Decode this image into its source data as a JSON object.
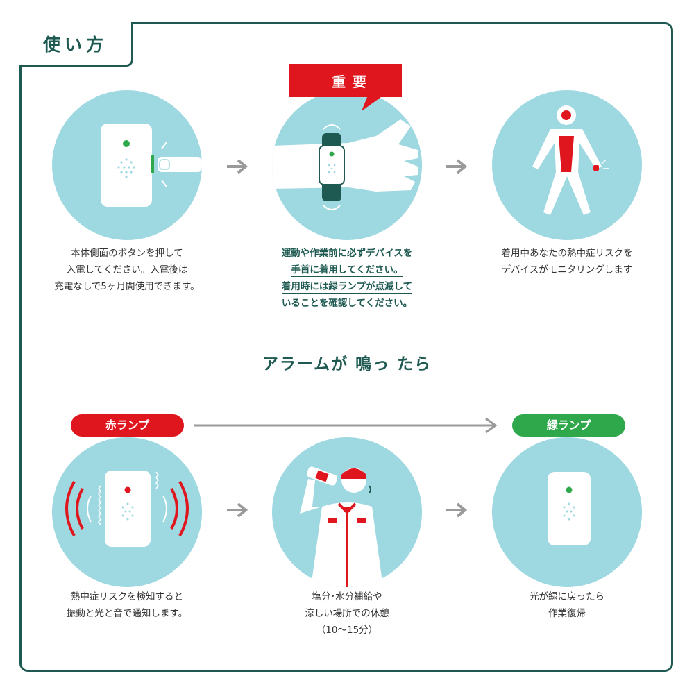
{
  "tab": {
    "label": "使い方"
  },
  "steps": {
    "step1": {
      "lines": [
        "本体側面のボタンを押して",
        "入電してください。入電後は",
        "充電なしで5ヶ月間使用できます。"
      ]
    },
    "step2": {
      "badge": "重要",
      "lines": [
        "運動や作業前に必ずデバイスを",
        "手首に着用してください。",
        "着用時には緑ランプが点滅して",
        "いることを確認してください。"
      ]
    },
    "step3": {
      "lines": [
        "着用中あなたの熱中症リスクを",
        "デバイスがモニタリングします"
      ]
    }
  },
  "alarm": {
    "title": "アラームが 鳴っ たら",
    "red_label": "赤ランプ",
    "green_label": "緑ランプ",
    "step4": {
      "lines": [
        "熱中症リスクを検知すると",
        "振動と光と音で通知します。"
      ]
    },
    "step5": {
      "lines": [
        "塩分･水分補給や",
        "涼しい場所での休憩",
        "（10～15分）"
      ]
    },
    "step6": {
      "lines": [
        "光が緑に戻ったら",
        "作業復帰"
      ]
    }
  },
  "colors": {
    "accent": "#1e5a52",
    "circle": "#9ed8e1",
    "red": "#e0161f",
    "green": "#2ea84a",
    "arrow": "#9a9a9a"
  }
}
